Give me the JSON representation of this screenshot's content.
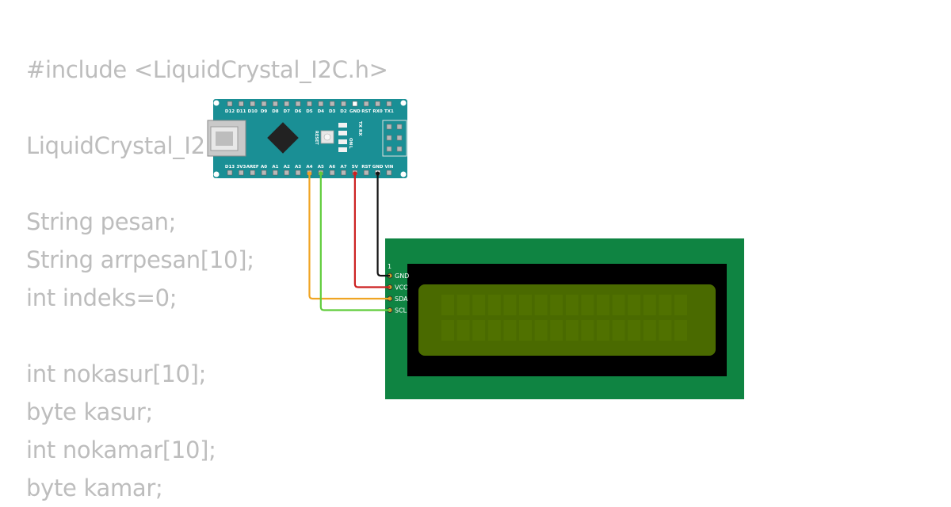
{
  "code_lines": [
    "#include <LiquidCrystal_I2C.h>",
    "",
    "LiquidCrystal_I2",
    "",
    "String pesan;",
    "String arrpesan[10];",
    "int indeks=0;",
    "",
    "int nokasur[10];",
    "byte kasur;",
    "int nokamar[10];",
    "byte kamar;"
  ],
  "arduino": {
    "top_pins": [
      "D12",
      "D11",
      "D10",
      "D9",
      "D8",
      "D7",
      "D6",
      "D5",
      "D4",
      "D3",
      "D2",
      "GND",
      "RST",
      "RX0",
      "TX1"
    ],
    "bottom_pins": [
      "D13",
      "3V3",
      "AREF",
      "A0",
      "A1",
      "A2",
      "A3",
      "A4",
      "A5",
      "A6",
      "A7",
      "5V",
      "RST",
      "GND",
      "VIN"
    ],
    "reset_label": "RESET",
    "led_labels": [
      "TX",
      "RX",
      "ON",
      "L"
    ]
  },
  "lcd": {
    "pin_one_marker": "1",
    "pins": [
      "GND",
      "VCC",
      "SDA",
      "SCL"
    ],
    "backlight_color": "#4a6a00",
    "pcb_color": "#0f8442"
  },
  "wires": [
    {
      "from": "A4",
      "to": "SDA",
      "color": "#f0a524"
    },
    {
      "from": "A5",
      "to": "SCL",
      "color": "#5fcc3a"
    },
    {
      "from": "5V",
      "to": "VCC",
      "color": "#cc1f1f"
    },
    {
      "from": "GND",
      "to": "GND",
      "color": "#111111"
    }
  ]
}
